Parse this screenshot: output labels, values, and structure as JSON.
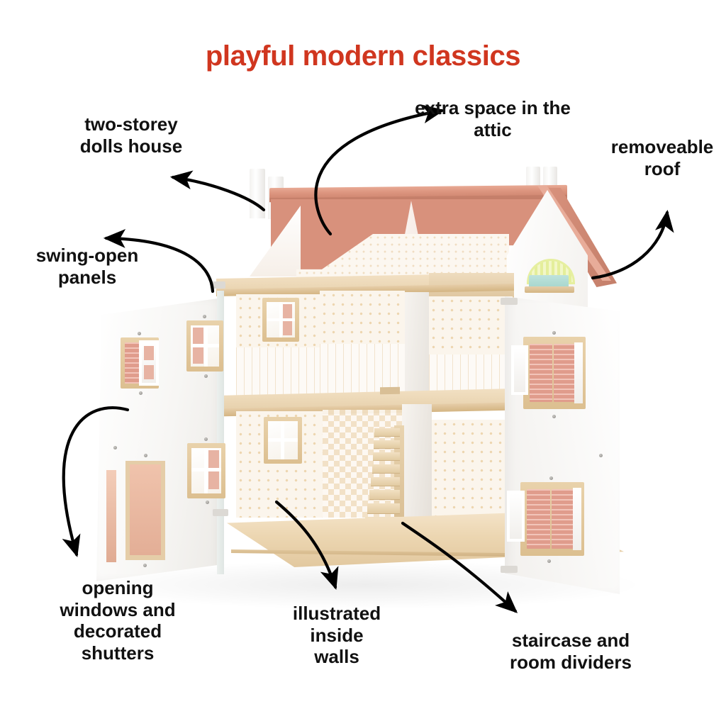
{
  "title": "playful modern classics",
  "theme": {
    "title_color": "#d0361f",
    "label_color": "#111111",
    "roof_color": "#d8917c",
    "roof_ridge_color": "#e8a994",
    "wood_floor_color": "#ecd7b4",
    "panel_white": "#ffffff",
    "shutter_pink": "#e6a396",
    "awning_green": "#bfe3dc",
    "background": "#ffffff"
  },
  "callouts": [
    {
      "id": "two-storey",
      "text": "two-storey\ndolls house",
      "arrow": "curve-left-up"
    },
    {
      "id": "swing-open",
      "text": "swing-open\npanels",
      "arrow": "curve-left"
    },
    {
      "id": "attic",
      "text": "extra space in the\nattic",
      "arrow": "curve-right-down"
    },
    {
      "id": "roof",
      "text": "removeable\nroof",
      "arrow": "curve-up"
    },
    {
      "id": "windows",
      "text": "opening\nwindows and\ndecorated\nshutters",
      "arrow": "curve-down-left"
    },
    {
      "id": "walls",
      "text": "illustrated\ninside\nwalls",
      "arrow": "curve-down"
    },
    {
      "id": "staircase",
      "text": "staircase and\nroom dividers",
      "arrow": "curve-down-right"
    }
  ],
  "product": {
    "name": "two-storey dolls house",
    "features": [
      "two-storey dolls house",
      "swing-open panels",
      "extra space in the attic",
      "removeable roof",
      "opening windows and decorated shutters",
      "illustrated inside walls",
      "staircase and room dividers"
    ],
    "storeys": 2,
    "chimneys": 2,
    "shutter_windows": 2,
    "panel_windows": 3,
    "panel_doors": 1
  }
}
